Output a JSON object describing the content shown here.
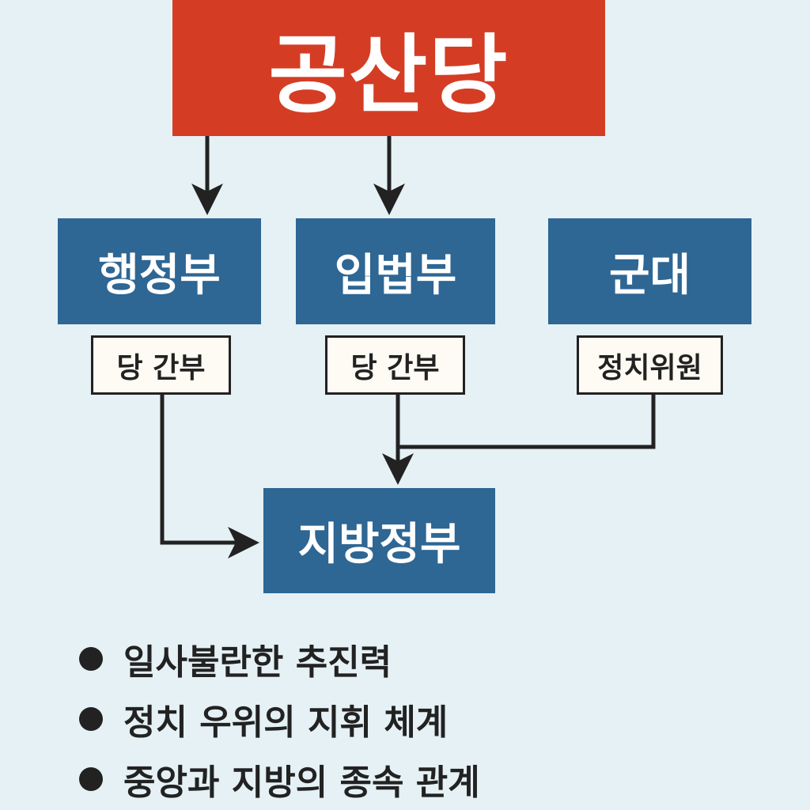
{
  "top": {
    "label": "공산당"
  },
  "branches": [
    {
      "name": "행정부",
      "sub": "당 간부"
    },
    {
      "name": "입법부",
      "sub": "당 간부"
    },
    {
      "name": "군대",
      "sub": "정치위원"
    }
  ],
  "bottom": {
    "label": "지방정부"
  },
  "bullets": [
    "일사불란한 추진력",
    "정치 우위의 지휘 체계",
    "중앙과 지방의 종속 관계"
  ],
  "colors": {
    "red": "#d43d24",
    "blue": "#2e6694",
    "background": "#e5f1f4"
  }
}
